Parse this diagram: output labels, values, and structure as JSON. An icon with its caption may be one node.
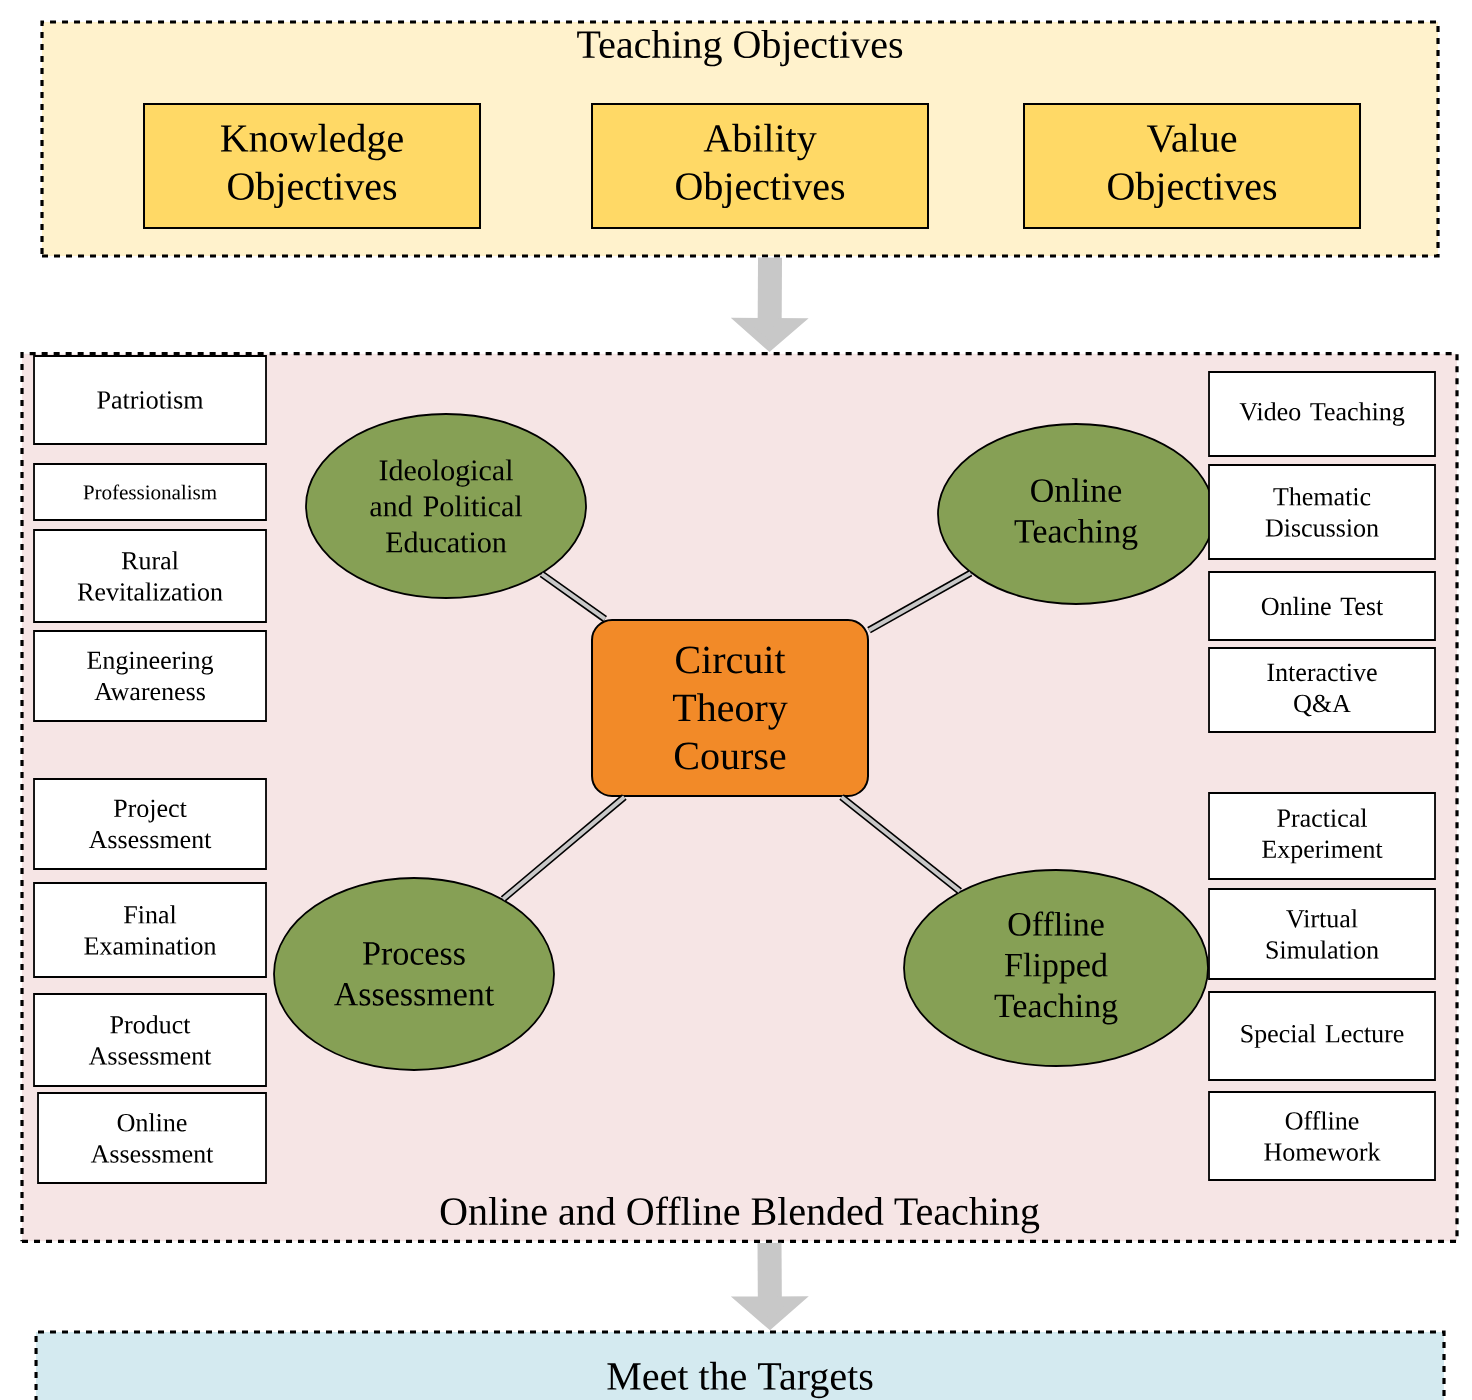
{
  "diagram": {
    "nodes": [
      {
        "text": [
          "Teaching Objectives"
        ]
      },
      {
        "text": [
          "Knowledge Objectives"
        ],
        "in": 0
      },
      {
        "text": [
          "Ability Objectives"
        ],
        "in": 0
      },
      {
        "text": [
          "Value Objectives"
        ],
        "in": 0
      },
      {
        "text": [
          "Online and Offline Blended Teaching"
        ]
      },
      {
        "text": [
          "Circuit Theory Course"
        ],
        "in": 4
      },
      {
        "text": [
          "Ideological and Political Education"
        ],
        "in": 4
      },
      {
        "text": [
          "Online Teaching"
        ],
        "in": 4
      },
      {
        "text": [
          "Process Assessment"
        ],
        "in": 4
      },
      {
        "text": [
          "Offline Flipped Teaching"
        ],
        "in": 4
      },
      {
        "text": [
          "Patriotism"
        ],
        "in": 4
      },
      {
        "text": [
          "Professionalism"
        ],
        "in": 4
      },
      {
        "text": [
          "Rural Revitalization"
        ],
        "in": 4
      },
      {
        "text": [
          "Engineering Awareness"
        ],
        "in": 4
      },
      {
        "text": [
          "Project Assessment"
        ],
        "in": 4
      },
      {
        "text": [
          "Final Examination"
        ],
        "in": 4
      },
      {
        "text": [
          "Product Assessment"
        ],
        "in": 4
      },
      {
        "text": [
          "Online Assessment"
        ],
        "in": 4
      },
      {
        "text": [
          "Video Teaching"
        ],
        "in": 4
      },
      {
        "text": [
          "Thematic Discussion"
        ],
        "in": 4
      },
      {
        "text": [
          "Online Test"
        ],
        "in": 4
      },
      {
        "text": [
          "Interactive Q&A"
        ],
        "in": 4
      },
      {
        "text": [
          "Practical Experiment"
        ],
        "in": 4
      },
      {
        "text": [
          "Virtual Simulation"
        ],
        "in": 4
      },
      {
        "text": [
          "Special Lecture"
        ],
        "in": 4
      },
      {
        "text": [
          "Offline Homework"
        ],
        "in": 4
      },
      {
        "text": [
          "Meet the Targets"
        ]
      }
    ],
    "edges": [
      {
        "from": 0,
        "to": 4,
        "arrow": "to",
        "style": "thick",
        "color": "#c8c8c8"
      },
      {
        "from": 5,
        "to": 6,
        "arrow": "none"
      },
      {
        "from": 5,
        "to": 7,
        "arrow": "none"
      },
      {
        "from": 5,
        "to": 8,
        "arrow": "none"
      },
      {
        "from": 5,
        "to": 9,
        "arrow": "none"
      },
      {
        "from": 4,
        "to": 26,
        "arrow": "to",
        "style": "thick",
        "color": "#c8c8c8"
      }
    ]
  }
}
